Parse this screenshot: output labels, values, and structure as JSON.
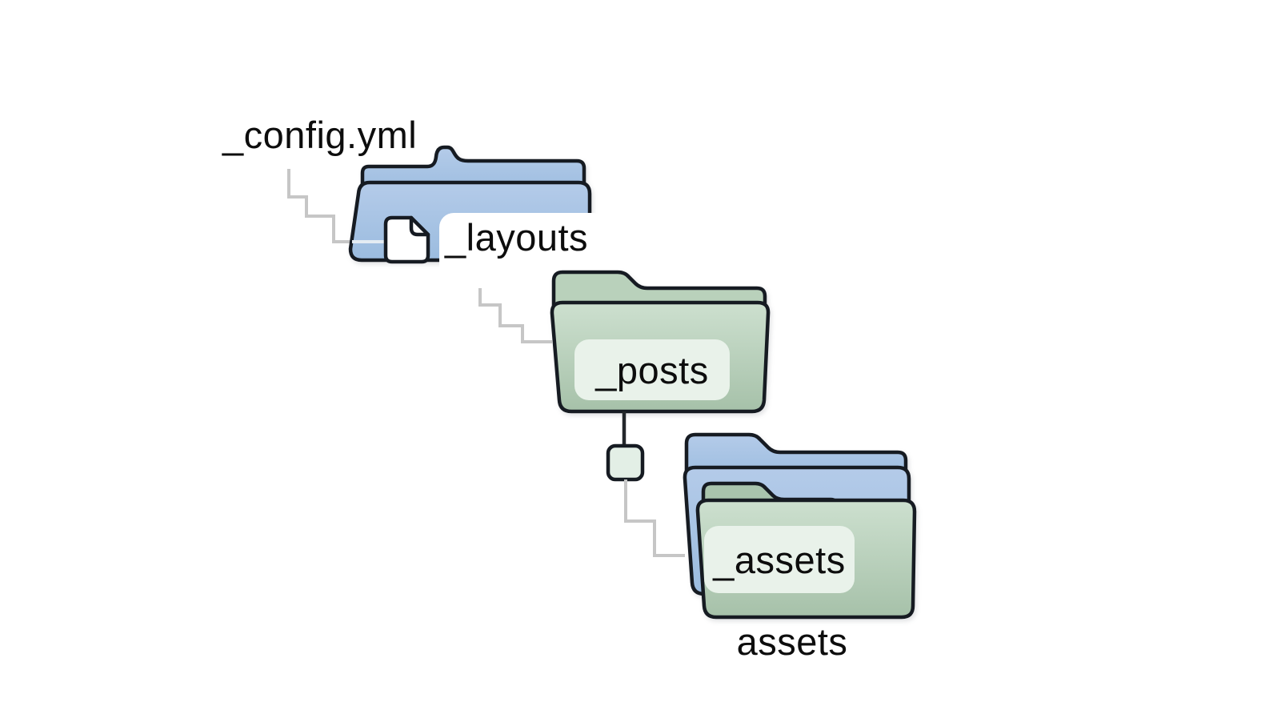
{
  "diagram": {
    "type": "folder-structure",
    "nodes": {
      "config_yml": {
        "label": "_config.yml",
        "kind": "file"
      },
      "layouts": {
        "label": "_layouts",
        "kind": "folder-blue-with-file"
      },
      "posts": {
        "label": "_posts",
        "kind": "folder-green"
      },
      "assets_front": {
        "label": "_assets",
        "kind": "folder-green-stacked-on-blue"
      },
      "assets_caption": {
        "label": "assets",
        "kind": "caption-below-folder-stack"
      }
    },
    "edges": [
      {
        "from": "config_yml",
        "to": "layouts",
        "style": "stepped-gray"
      },
      {
        "from": "layouts",
        "to": "posts",
        "style": "stepped-gray"
      },
      {
        "from": "posts",
        "to": "junction-square",
        "style": "straight-dark"
      },
      {
        "from": "junction-square",
        "to": "assets_front",
        "style": "stepped-gray"
      }
    ],
    "colors": {
      "outline": "#161b22",
      "folder_blue_light": "#b4cbe9",
      "folder_blue_dark": "#9bbcdf",
      "folder_green_light": "#cde0cf",
      "folder_green_dark": "#a6c1a9",
      "folder_green_back": "#b9d1bb",
      "folder_green_back_dark": "#a9c4ad",
      "label_chip": "#e9f2ea",
      "node_fill": "#e3efe6",
      "line_gray": "#c6c6c6",
      "line_dark": "#23272b",
      "text": "#0d0d0d",
      "background": "#ffffff",
      "file_fill": "#ffffff"
    }
  }
}
